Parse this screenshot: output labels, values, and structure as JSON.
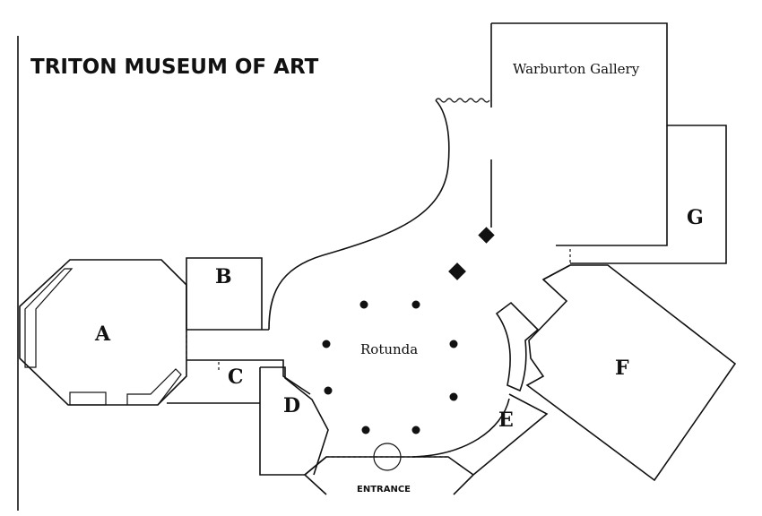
{
  "map": {
    "title": "TRITON MUSEUM OF ART",
    "gallery_label": "Warburton Gallery",
    "rotunda_label": "Rotunda",
    "entrance_label": "ENTRANCE",
    "rooms": {
      "a": "A",
      "b": "B",
      "c": "C",
      "d": "D",
      "e": "E",
      "f": "F",
      "g": "G"
    }
  }
}
